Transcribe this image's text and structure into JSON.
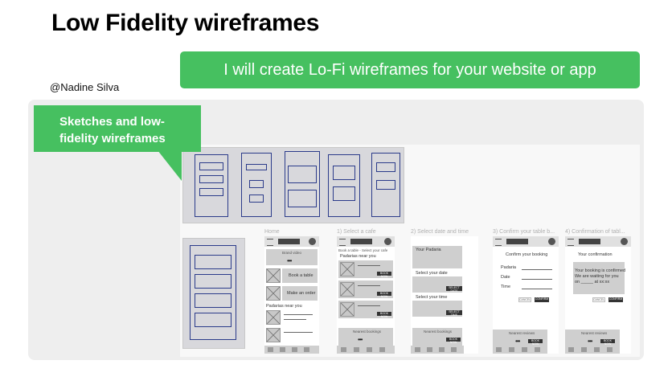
{
  "header": {
    "title": "Low Fidelity wireframes"
  },
  "banner": {
    "text": "I will create Lo-Fi wireframes for your website or app"
  },
  "author": {
    "name": "@Nadine Silva"
  },
  "callout": {
    "line1": "Sketches and low-",
    "line2": "fidelity wireframes"
  },
  "screens": [
    {
      "title": "Home"
    },
    {
      "title": "1) Select a cafe"
    },
    {
      "title": "2) Select date and time"
    },
    {
      "title": "3) Confirm your table b..."
    },
    {
      "title": "4) Confirmation of tabl..."
    }
  ],
  "home": {
    "hero": "Brand video",
    "item1": "Book a table",
    "item2": "Make an order",
    "section": "Padarias near you"
  },
  "cafe": {
    "crumb": "Book a table - Select your cafe",
    "section": "Padarias near you",
    "btn": "BOOK NOW",
    "footer": "Nearest bookings"
  },
  "datetime": {
    "top": "Your Padaria",
    "date": "Select your date",
    "time": "Select your time",
    "btn": "SELECT DATE",
    "btn2": "SELECT TIME",
    "footer": "Nearest bookings",
    "btn3": "BOOK NOW"
  },
  "confirm": {
    "heading": "Confirm your booking",
    "f1": "Padaria",
    "f2": "Date",
    "f3": "Time",
    "cancel": "CANCEL",
    "ok": "CONFIRM",
    "footer": "Nearest reviews",
    "btn": "BOOK NOW"
  },
  "confirmation": {
    "heading": "Your confirmation",
    "msg1": "Your booking is confirmed",
    "msg2": "We are waiting for you",
    "msg3": "on _____ at xx:xx",
    "cancel": "CANCEL",
    "ok": "CONFIRM",
    "footer": "Nearest reviews",
    "btn": "BOOK NOW"
  }
}
